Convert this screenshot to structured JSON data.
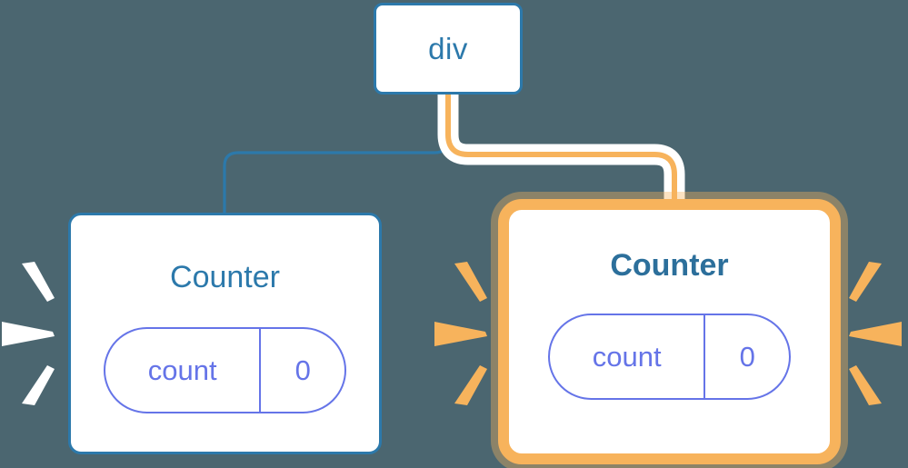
{
  "diagram": {
    "title": "component-reactivity-update",
    "background_color": "#4b6670"
  },
  "colors": {
    "background": "#4b6670",
    "blue_accent": "#2c79ab",
    "blue_text": "#2c6f9b",
    "orange_accent": "#f7b35c",
    "orange_halo": "#fbd9a8",
    "purple_accent": "#6574e8",
    "white": "#ffffff"
  },
  "nodes": {
    "root": {
      "label": "div",
      "border_color": "#2c79ab",
      "highlighted": false
    },
    "counter_left": {
      "label": "Counter",
      "border_color": "#2c79ab",
      "highlighted": false,
      "state": {
        "key": "count",
        "value": "0"
      }
    },
    "counter_right": {
      "label": "Counter",
      "border_color": "#f7b35c",
      "highlighted": true,
      "state": {
        "key": "count",
        "value": "0"
      }
    }
  },
  "edges": [
    {
      "name": "div-to-counter-left",
      "from": "root",
      "to": "counter_left",
      "color": "#2c79ab",
      "active": false
    },
    {
      "name": "div-to-counter-right",
      "from": "root",
      "to": "counter_right",
      "color": "#f7b35c",
      "active": true
    }
  ],
  "bursts": [
    {
      "name": "burst-left-white",
      "color": "#ffffff",
      "rays": 3
    },
    {
      "name": "burst-mid-orange",
      "color": "#f7b35c",
      "rays": 3
    },
    {
      "name": "burst-right-orange",
      "color": "#f7b35c",
      "rays": 3
    }
  ]
}
